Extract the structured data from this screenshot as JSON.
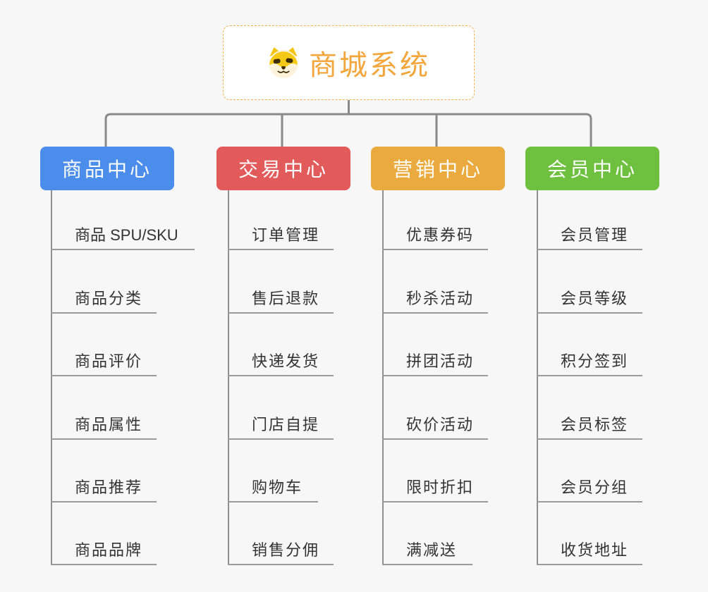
{
  "root": {
    "title": "商城系统",
    "icon": "doge-mascot-icon",
    "border_color": "#f3b04e",
    "title_color": "#f2a63c"
  },
  "branches": [
    {
      "label": "商品中心",
      "color": "#4b8dea",
      "items": [
        "商品 SPU/SKU",
        "商品分类",
        "商品评价",
        "商品属性",
        "商品推荐",
        "商品品牌"
      ]
    },
    {
      "label": "交易中心",
      "color": "#e25a5a",
      "items": [
        "订单管理",
        "售后退款",
        "快递发货",
        "门店自提",
        "购物车",
        "销售分佣"
      ]
    },
    {
      "label": "营销中心",
      "color": "#ebaa3d",
      "items": [
        "优惠券码",
        "秒杀活动",
        "拼团活动",
        "砍价活动",
        "限时折扣",
        "满减送"
      ]
    },
    {
      "label": "会员中心",
      "color": "#6ec13f",
      "items": [
        "会员管理",
        "会员等级",
        "积分签到",
        "会员标签",
        "会员分组",
        "收货地址"
      ]
    }
  ],
  "colors": {
    "background": "#f7f7f7",
    "connector_gray": "#8a8a8a",
    "leaf_text": "#333333"
  }
}
